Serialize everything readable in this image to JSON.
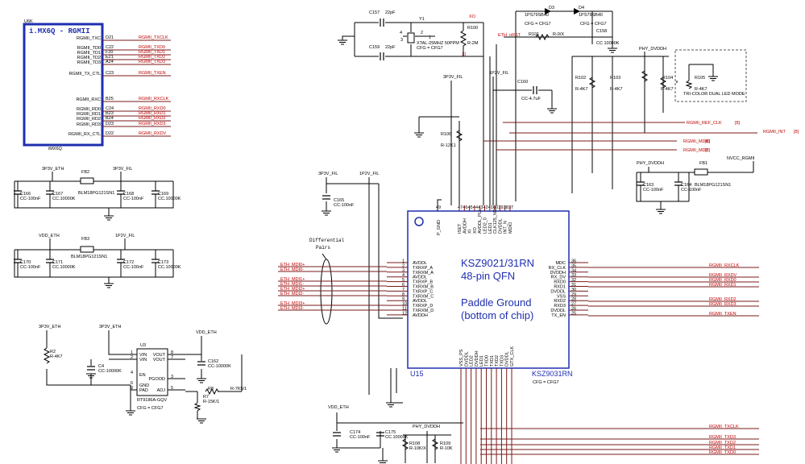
{
  "soc": {
    "ref": "U6K",
    "title": "i.MX6Q - RGMII",
    "part": "iMX6Q",
    "pins": [
      "RGMII_TXC",
      "RGMII_TD0",
      "RGMII_TD1",
      "RGMII_TD2",
      "RGMII_TD3",
      "RGMII_TX_CTL",
      "RGMII_RXC",
      "RGMII_RD0",
      "RGMII_RD1",
      "RGMII_RD2",
      "RGMII_RD3",
      "RGMII_RX_CTL"
    ],
    "balls": [
      "D21",
      "C22",
      "F20",
      "E21",
      "A24",
      "C23",
      "B25",
      "C24",
      "B23",
      "B24",
      "D23",
      "D22"
    ],
    "nets": [
      "RGMII_TXCLK",
      "RGMII_TXD0",
      "RGMII_TXD1",
      "RGMII_TXD2",
      "RGMII_TXD3",
      "RGMII_TXEN",
      "RGMII_RXCLK",
      "RGMII_RXD0",
      "RGMII_RXD1",
      "RGMII_RXD2",
      "RGMII_RXD3",
      "RGMII_RXDV"
    ]
  },
  "phy": {
    "ref": "U15",
    "line1": "KSZ9021/31RN",
    "line2": "48-pin QFN",
    "line3": "Paddle Ground",
    "line4": "(bottom of chip)",
    "part": "KSZ9031RN",
    "cfg": "CFG = CFG7",
    "pin49": "P_GND",
    "left_pins": [
      "AVDDL",
      "TXRXP_A",
      "TXRXM_A",
      "AVDDL",
      "TXRXP_B",
      "TXRXM_B",
      "TXRXP_C",
      "TXRXM_C",
      "AVDDL",
      "TXRXP_D",
      "TXRXM_D",
      "AVDDH"
    ],
    "left_nums": [
      "1",
      "2",
      "3",
      "4",
      "5",
      "6",
      "7",
      "8",
      "9",
      "10",
      "11",
      "12"
    ],
    "right_pins": [
      "MDC",
      "RX_CLK",
      "DVDDH",
      "RX_DV",
      "RXD0",
      "RXD1",
      "DVDDL",
      "VSS",
      "RXD2",
      "RXD3",
      "DVDDL",
      "TX_EN"
    ],
    "right_nums": [
      "36",
      "35",
      "34",
      "33",
      "32",
      "31",
      "30",
      "29",
      "28",
      "27",
      "26",
      "25"
    ],
    "top_pins": [
      "ISET",
      "AVDDH",
      "XI",
      "XO",
      "AVDDL_PLL",
      "LED2_0",
      "LED1",
      "CLK125_NDO",
      "DVDDL",
      "INT_N",
      "MDIO"
    ],
    "top_nums": [
      "48",
      "47",
      "46",
      "45",
      "44",
      "43",
      "42",
      "41",
      "40",
      "39",
      "38",
      "37"
    ],
    "bottom_pins": [
      "VSS_PS",
      "DVDDL",
      "LED2",
      "DVDDH",
      "LED1",
      "TXD0",
      "TXD1",
      "TXD2",
      "TXD3",
      "DVDDL",
      "GTX_CLK"
    ],
    "bottom_nums": [
      "13",
      "14",
      "15",
      "16",
      "17",
      "18",
      "19",
      "20",
      "21",
      "22",
      "23",
      "24"
    ]
  },
  "eth_nets": [
    "ETH_MDI0+",
    "ETH_MDI0-",
    "ETH_MDI1+",
    "ETH_MDI1-",
    "ETH_MDI2+",
    "ETH_MDI2-",
    "ETH_MDI3+",
    "ETH_MDI3-"
  ],
  "diff_label": [
    "Differential",
    "Pairs"
  ],
  "rgmii_right": [
    "RGMII_RXCLK",
    "RGMII_RXDV",
    "RGMII_RXD0",
    "RGMII_RXD1",
    "RGMII_RXD2",
    "RGMII_RXD3",
    "RGMII_TXEN"
  ],
  "rgmii_bottom": [
    "RGMII_TXCLK",
    "RGMII_TXD3",
    "RGMII_TXD2",
    "RGMII_TXD1",
    "RGMII_TXD0"
  ],
  "mgmt": {
    "ref_clk": "RGMII_REF_CLK",
    "int": "RGMII_INT",
    "mdio": "RGMII_MDIO",
    "mdc": "RGMII_MDC",
    "sheet": "[8]"
  },
  "rails": {
    "p3v3_eth": "3P3V_ETH",
    "p3v3_fil": "3P3V_FIL",
    "vdd_eth": "VDD_ETH",
    "p1v2_fil": "1P2V_FIL",
    "phy_dvddh": "PHY_DVDDH",
    "nvcc": "NVCC_RGMII"
  },
  "crystal": {
    "c157": "C157",
    "c157v": "22pF",
    "c159": "C159",
    "c159v": "22pF",
    "y1": "Y1",
    "part": "XTAL-25MHZ 50PPM",
    "cfg": "CFG = CFG7",
    "xo": "XO",
    "xi": "XI",
    "pin4": "4",
    "pin3": "3",
    "pin2": "2",
    "pin1": "1",
    "r100": "R100",
    "r100v": "R-2M"
  },
  "diodes": {
    "d3": "D3",
    "d3p": "1PS79SB40",
    "d3c": "CFG = CFG7",
    "d4": "D4",
    "d4p": "1PS79SB40",
    "d4c": "CFG = CFG7",
    "r101": "R101",
    "r101v": "R-0/X",
    "c158": "C158",
    "c158v": "CC 10000K",
    "nrst": "ETH_nRST"
  },
  "fb2": {
    "ref": "FB2",
    "part": "BLM18PG121SN1",
    "caps": [
      "C166",
      "C167",
      "C168",
      "C169"
    ],
    "vals": [
      "CC-100nF",
      "CC.10000K",
      "CC-100nF",
      "CC.10000K"
    ]
  },
  "fb3": {
    "ref": "FB3",
    "part": "BLM18PG121SN1",
    "caps": [
      "C170",
      "C171",
      "C172",
      "C173"
    ],
    "vals": [
      "CC-100nF",
      "CC.10000K",
      "CC-100nF",
      "CC.10000K"
    ]
  },
  "fb1": {
    "ref": "FB1",
    "part": "BLM18PG121SN1",
    "caps": [
      "C163",
      "C164"
    ],
    "vals": [
      "CC-100nF",
      "CC-100nF"
    ]
  },
  "misc": {
    "c160": "C160",
    "c160v": "CC-4.7uF",
    "c165": "C165",
    "c165v": "CC-100nF",
    "r106": "R106",
    "r106v": "R-12K1",
    "r102": "R102",
    "r102v": "R-4K7",
    "r103": "R103",
    "r103v": "R-4K7",
    "r104": "R104",
    "r104v": "R-4K7",
    "r105": "R105",
    "r105v": "R-4K7",
    "led": "TRI-COLOR DUAL LED MODE"
  },
  "reg": {
    "ref": "U3",
    "part": "RT9186A-GQV",
    "cfg": "CFG = CFG7",
    "r2": "R2",
    "r2v": "R-4K7",
    "c4": "C4",
    "c4v": "CC-10000K",
    "c162": "C162",
    "c162v": "CC-10000K",
    "r8": "R8",
    "r8v": "R-7K5/1",
    "r7": "R7",
    "r7v": "R-15K/1",
    "pins_l": [
      "VIN",
      "VIN",
      "EN",
      "GND",
      "PAD"
    ],
    "nums_l": [
      "1",
      "2",
      "4",
      "6",
      "9"
    ],
    "pins_r": [
      "VOUT",
      "VOUT",
      "PGOOD",
      "ADJ"
    ],
    "nums_r": [
      "8",
      "7",
      "3",
      "5"
    ]
  },
  "bottom": {
    "c174": "C174",
    "c174v": "CC-100nF",
    "c175": "C175",
    "c175v": "CC.10000K",
    "r108": "R108",
    "r108v": "R-10K/X",
    "r109": "R109",
    "r109v": "R-10K"
  }
}
